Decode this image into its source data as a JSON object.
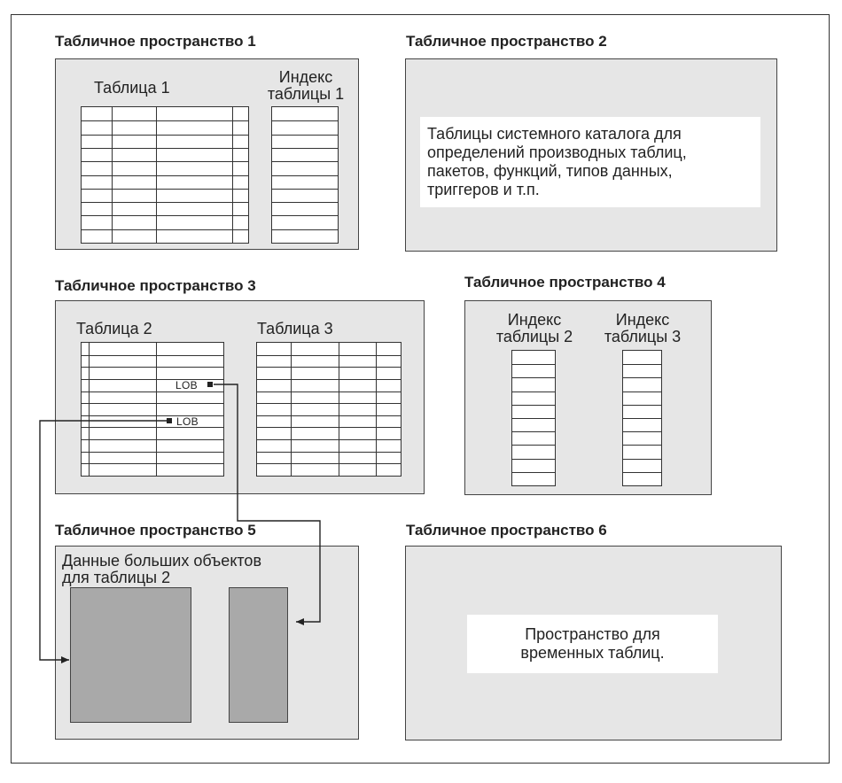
{
  "ts1": {
    "title": "Табличное пространство 1",
    "table_label": "Таблица 1",
    "index_label_1": "Индекс",
    "index_label_2": "таблицы 1"
  },
  "ts2": {
    "title": "Табличное пространство 2",
    "note_lines": [
      "Таблицы системного каталога для",
      "определений производных таблиц,",
      "пакетов, функций, типов данных,",
      "триггеров и т.п."
    ]
  },
  "ts3": {
    "title": "Табличное пространство 3",
    "table2_label": "Таблица 2",
    "table3_label": "Таблица 3",
    "lob_label_1": "LOB",
    "lob_label_2": "LOB"
  },
  "ts4": {
    "title": "Табличное пространство 4",
    "index2_line1": "Индекс",
    "index2_line2": "таблицы 2",
    "index3_line1": "Индекс",
    "index3_line2": "таблицы 3"
  },
  "ts5": {
    "title": "Табличное пространство 5",
    "label_line1": "Данные больших объектов",
    "label_line2": "для таблицы 2"
  },
  "ts6": {
    "title": "Табличное пространство 6",
    "note_line1": "Пространство для",
    "note_line2": "временных таблиц."
  }
}
